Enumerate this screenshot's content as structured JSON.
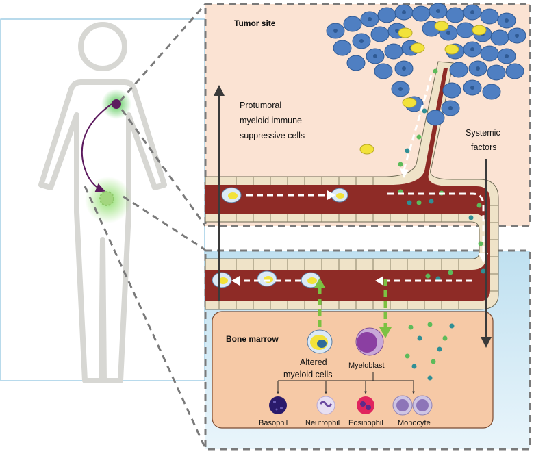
{
  "labels": {
    "tumor_site": "Tumor site",
    "protumoral_1": "Protumoral",
    "protumoral_2": "myeloid immune",
    "protumoral_3": "suppressive cells",
    "systemic_1": "Systemic",
    "systemic_2": "factors",
    "bone_marrow": "Bone marrow",
    "altered_1": "Altered",
    "altered_2": "myeloid cells",
    "myeloblast": "Myeloblast",
    "basophil": "Basophil",
    "neutrophil": "Neutrophil",
    "eosinophil": "Eosinophil",
    "monocyte": "Monocyte"
  },
  "colors": {
    "vessel": "#8e2b26",
    "vessel_wall": "#efe3c8",
    "tumor_bg": "#fbe3d3",
    "marrow_bg": "#f6c9a6",
    "lower_bg": "#d6ecf6",
    "tumor_cell": "#4f7fc2",
    "myeloid_yellow": "#f2e23a",
    "green_dot": "#5dbb5a",
    "teal_dot": "#2f8f95",
    "purple_arrow": "#5c1a5e",
    "green_arrow": "#7cc142",
    "body_outline": "#d7d7d3",
    "dashed_frame": "#7a7a7a"
  },
  "icons": [
    "human-silhouette-icon",
    "tumor-cell-icon",
    "myeloid-cell-icon",
    "myeloblast-icon",
    "basophil-icon",
    "neutrophil-icon",
    "eosinophil-icon",
    "monocyte-icon"
  ]
}
